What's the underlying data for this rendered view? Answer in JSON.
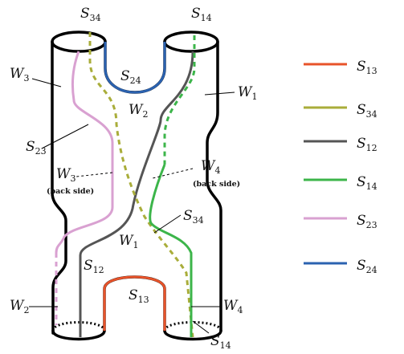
{
  "diagram": {
    "labels": {
      "s34_top": {
        "main": "S",
        "sub": "34"
      },
      "s14_top": {
        "main": "S",
        "sub": "14"
      },
      "s24_top": {
        "main": "S",
        "sub": "24"
      },
      "w3_top": {
        "main": "W",
        "sub": "3"
      },
      "w1_top": {
        "main": "W",
        "sub": "1"
      },
      "w2_mid": {
        "main": "W",
        "sub": "2"
      },
      "s23": {
        "main": "S",
        "sub": "23"
      },
      "w3_back": {
        "main": "W",
        "sub": "3"
      },
      "w4_back": {
        "main": "W",
        "sub": "4"
      },
      "back_side_left": "(back side)",
      "back_side_right": "(back side)",
      "s34_mid": {
        "main": "S",
        "sub": "34"
      },
      "w1_low": {
        "main": "W",
        "sub": "1"
      },
      "s12": {
        "main": "S",
        "sub": "12"
      },
      "s13": {
        "main": "S",
        "sub": "13"
      },
      "w2_low": {
        "main": "W",
        "sub": "2"
      },
      "w4_low": {
        "main": "W",
        "sub": "4"
      },
      "s14_bottom": {
        "main": "S",
        "sub": "14"
      }
    }
  },
  "legend": [
    {
      "main": "S",
      "sub": "13",
      "color": "#e8532a"
    },
    {
      "main": "S",
      "sub": "34",
      "color": "#a9ad3a"
    },
    {
      "main": "S",
      "sub": "12",
      "color": "#555555"
    },
    {
      "main": "S",
      "sub": "14",
      "color": "#3cb54a"
    },
    {
      "main": "S",
      "sub": "23",
      "color": "#d9a1d1"
    },
    {
      "main": "S",
      "sub": "24",
      "color": "#2b62b0"
    }
  ]
}
